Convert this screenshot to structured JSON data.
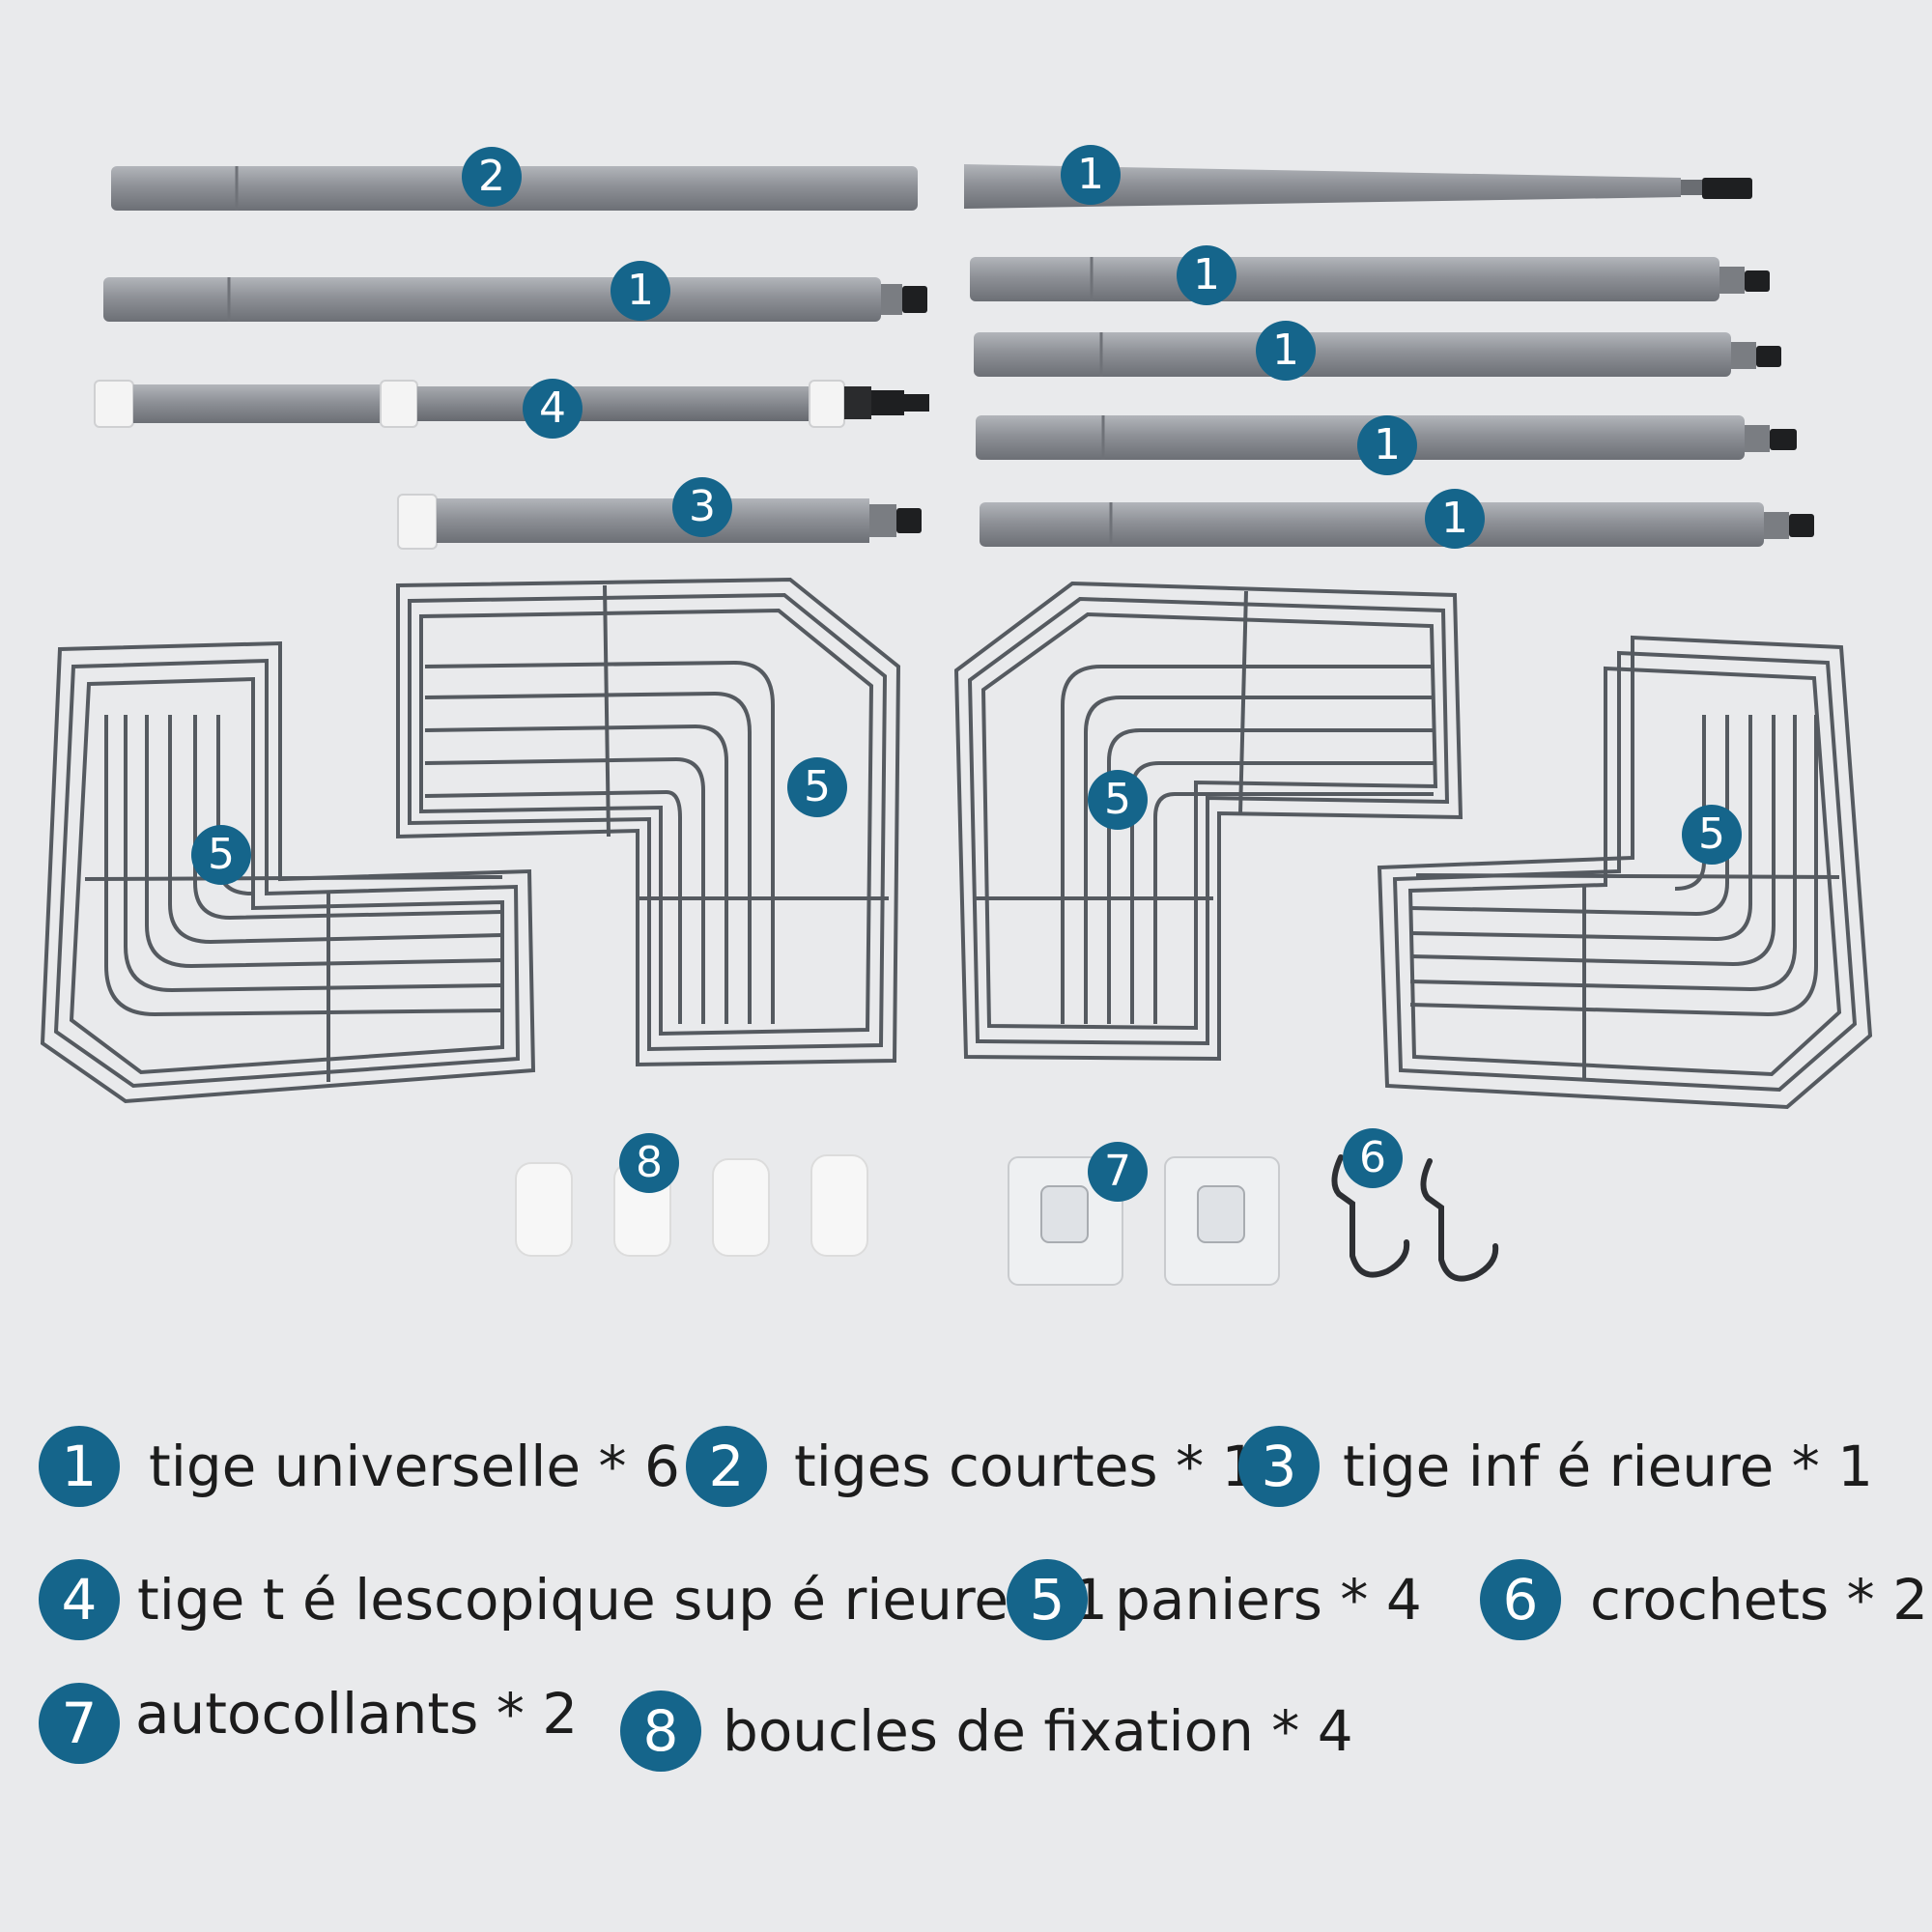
{
  "colors": {
    "background": "#e9eaec",
    "badge": "#15658b",
    "rod": "#8d9096",
    "wire": "#555a60",
    "text": "#1c1c1c"
  },
  "part_badges": {
    "rod_short": "2",
    "rod_top_right": "1",
    "rod_left_2": "1",
    "rod_right_2": "1",
    "rod_telescopic": "4",
    "rod_right_3": "1",
    "rod_right_4": "1",
    "rod_lower": "3",
    "rod_right_5": "1",
    "basket_1": "5",
    "basket_2": "5",
    "basket_3": "5",
    "basket_4": "5",
    "clips": "8",
    "stickers": "7",
    "hooks": "6"
  },
  "legend": [
    {
      "num": "1",
      "label": "tige universelle * 6"
    },
    {
      "num": "2",
      "label": "tiges courtes * 1"
    },
    {
      "num": "3",
      "label": "tige inf é rieure * 1"
    },
    {
      "num": "4",
      "label": "tige t é lescopique sup é rieure * 1"
    },
    {
      "num": "5",
      "label": "paniers  * 4"
    },
    {
      "num": "6",
      "label": "crochets * 2"
    },
    {
      "num": "7",
      "label": "autocollants  * 2"
    },
    {
      "num": "8",
      "label": "boucles de fixation * 4"
    }
  ]
}
